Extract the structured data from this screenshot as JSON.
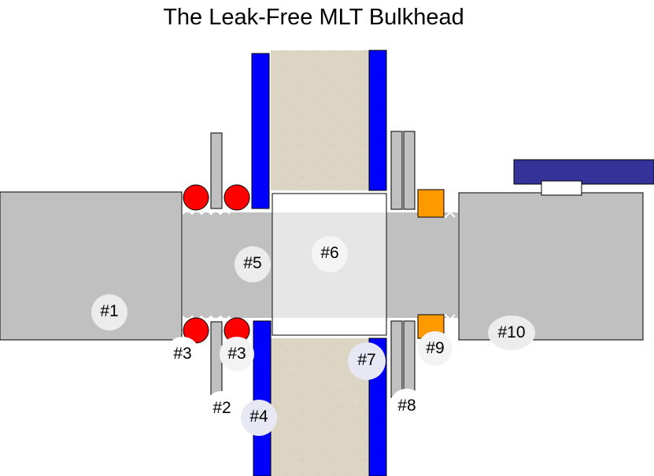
{
  "title": "The Leak-Free MLT Bulkhead",
  "labels": {
    "l1": "#1",
    "l2": "#2",
    "l3a": "#3",
    "l3b": "#3",
    "l4": "#4",
    "l5": "#5",
    "l6": "#6",
    "l7": "#7",
    "l8": "#8",
    "l9": "#9",
    "l10": "#10"
  },
  "colors": {
    "pipe_gray": "#c0c0c0",
    "wall": "#ddd5c4",
    "blue": "#0000ff",
    "navy_handle": "#333399",
    "oring_red": "#ff0000",
    "gasket_orange": "#ff9900",
    "nut_white": "#ffffff"
  }
}
